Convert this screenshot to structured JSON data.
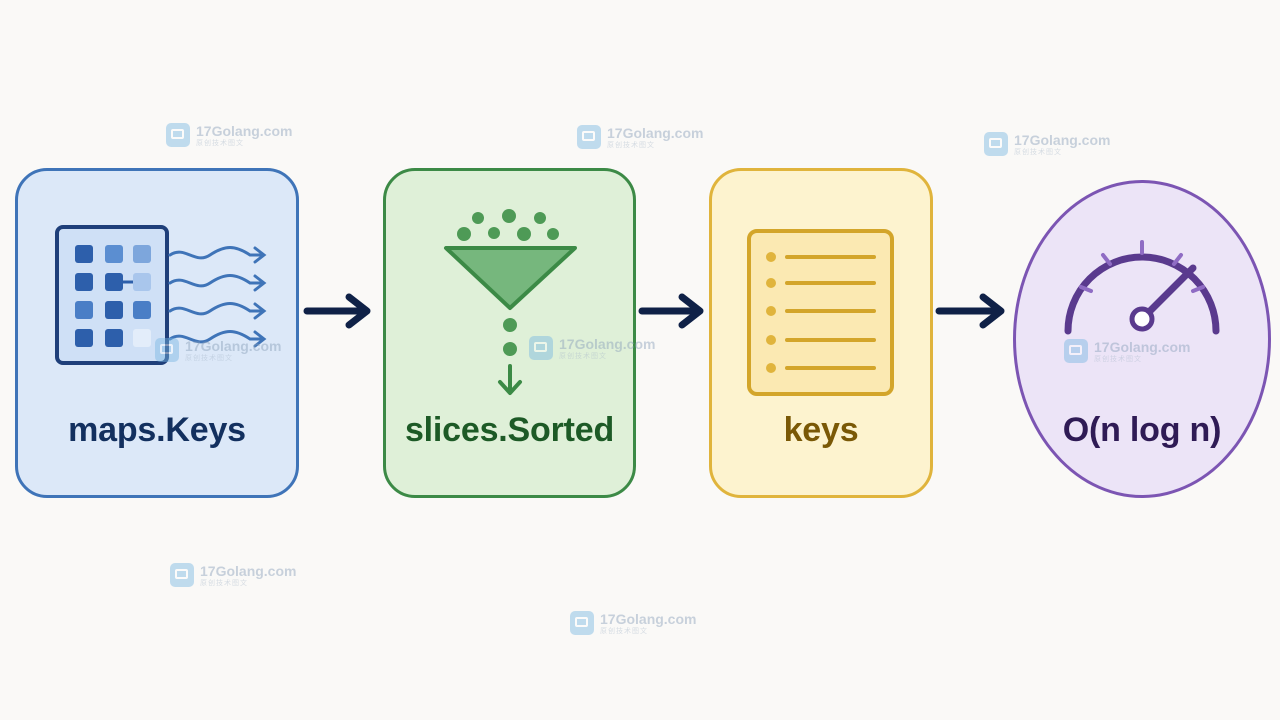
{
  "steps": [
    {
      "label": "maps.Keys",
      "icon": "map-grid-icon",
      "color": "#3f74b8"
    },
    {
      "label": "slices.Sorted",
      "icon": "funnel-icon",
      "color": "#3c8a46"
    },
    {
      "label": "keys",
      "icon": "document-list-icon",
      "color": "#e0b43c"
    },
    {
      "label": "O(n log n)",
      "icon": "speedometer-icon",
      "color": "#7c55b3"
    }
  ],
  "connector_color": "#0f2147",
  "watermark": {
    "site": "17Golang.com",
    "subtitle": "原创技术图文"
  }
}
